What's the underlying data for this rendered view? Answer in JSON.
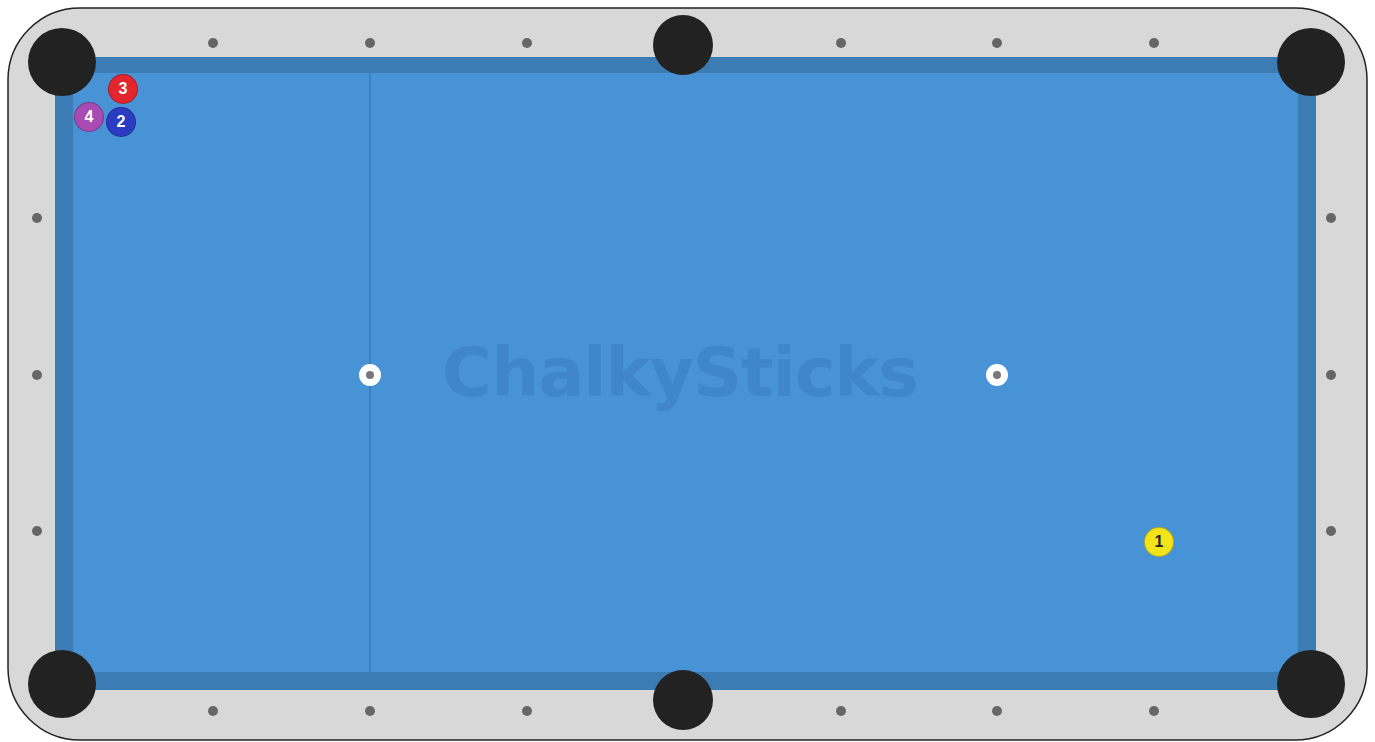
{
  "diagram": {
    "nodes": [
      {
        "text": [
          "3"
        ]
      },
      {
        "text": [
          "4"
        ]
      },
      {
        "text": [
          "2"
        ]
      },
      {
        "text": [
          "1"
        ]
      }
    ],
    "labels": [
      "ChalkySticks"
    ]
  }
}
